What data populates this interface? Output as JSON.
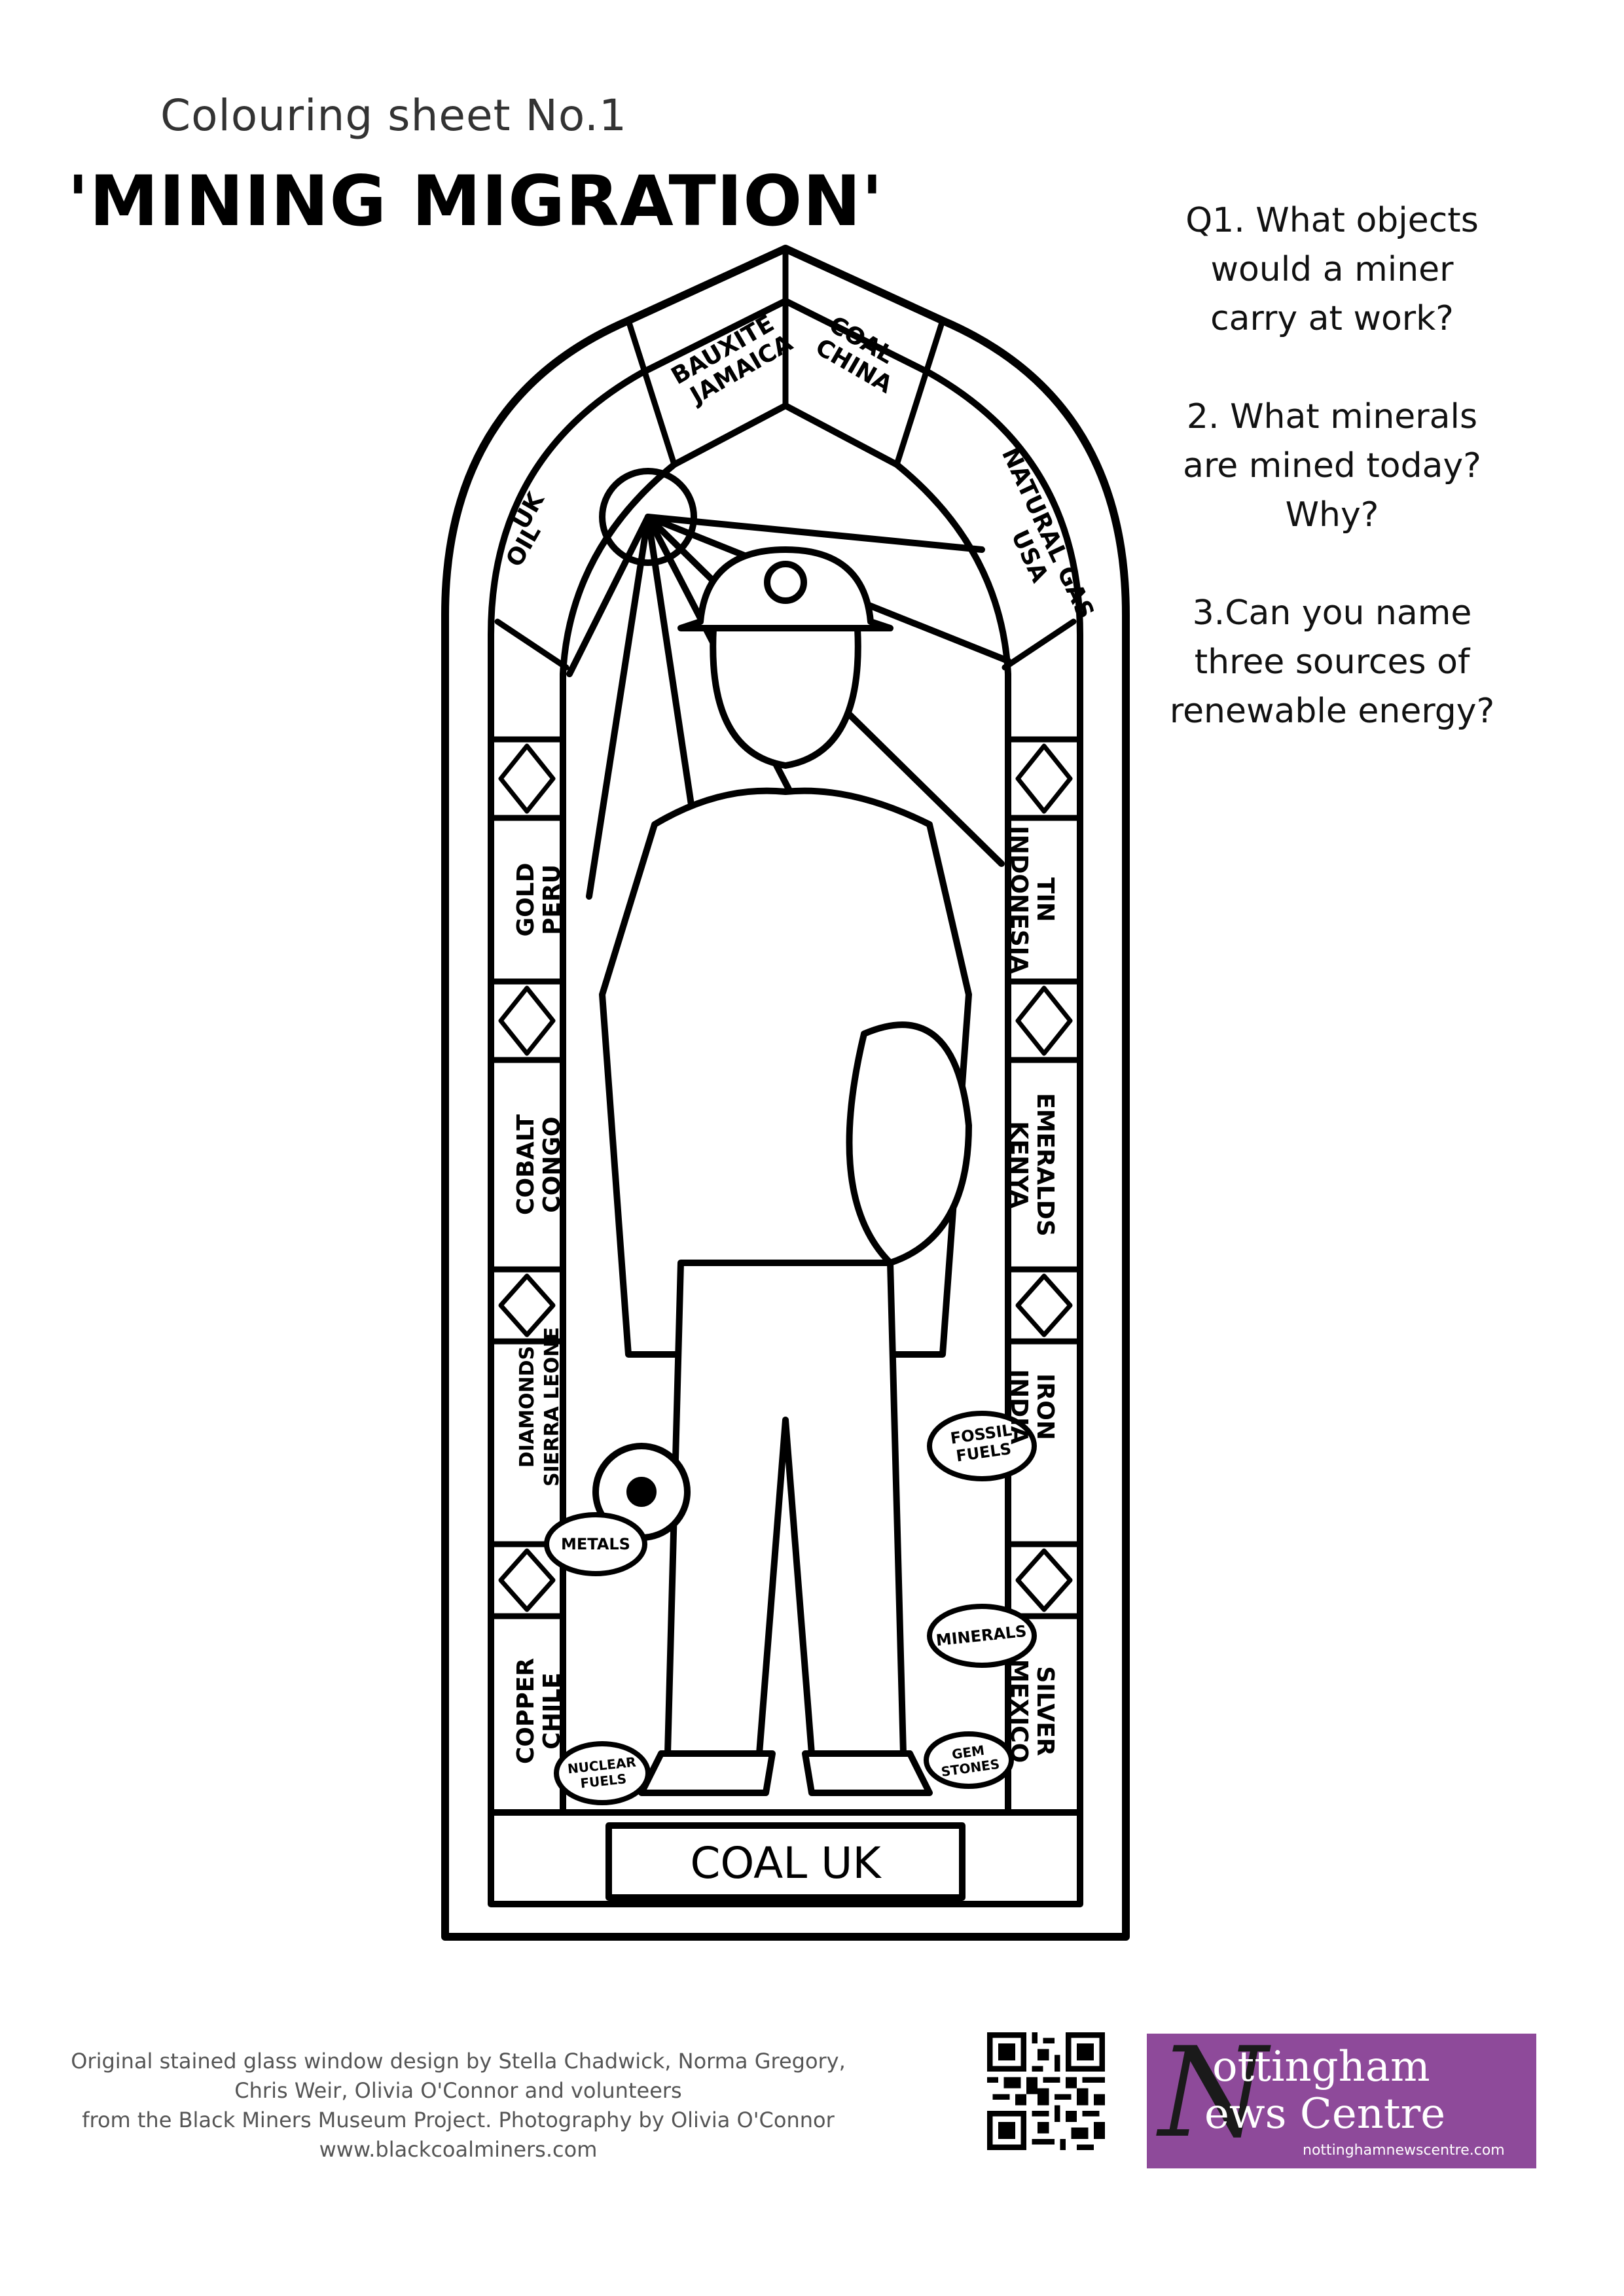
{
  "header": {
    "sheet_number": "Colouring sheet No.1",
    "title": "'MINING MIGRATION'"
  },
  "questions": [
    [
      "Q1. What objects",
      "would a miner",
      "carry at work?"
    ],
    [
      "2. What minerals",
      "are mined today?",
      "Why?"
    ],
    [
      "3.Can you name",
      "three sources of",
      "renewable energy?"
    ]
  ],
  "window": {
    "panels": {
      "bauxite": [
        "BAUXITE",
        "JAMAICA"
      ],
      "coal_china": [
        "COAL",
        "CHINA"
      ],
      "oil_uk": [
        "OIL",
        "UK"
      ],
      "natural_gas": [
        "NATURAL GAS",
        "USA"
      ],
      "gold": [
        "GOLD",
        "PERU"
      ],
      "tin": [
        "TIN",
        "INDONESIA"
      ],
      "cobalt": [
        "COBALT",
        "CONGO"
      ],
      "emeralds": [
        "EMERALDS",
        "KENYA"
      ],
      "diamonds": [
        "DIAMONDS",
        "SIERRA LEONE"
      ],
      "iron": [
        "IRON",
        "INDIA"
      ],
      "copper": [
        "COPPER",
        "CHILE"
      ],
      "silver": [
        "SILVER",
        "MEXICO"
      ],
      "coal_uk": "COAL UK"
    },
    "seams": {
      "fossil": [
        "FOSSIL",
        "FUELS"
      ],
      "metals": "METALS",
      "minerals": "MINERALS",
      "nuclear": [
        "NUCLEAR",
        "FUELS"
      ],
      "gem": [
        "GEM",
        "STONES"
      ]
    }
  },
  "credits": [
    "Original stained glass window design by Stella Chadwick, Norma Gregory,",
    "Chris Weir, Olivia O'Connor  and volunteers",
    "from the Black Miners Museum Project. Photography by Olivia O'Connor",
    "www.blackcoalminers.com"
  ],
  "logo": {
    "initial": "N",
    "line1": "ottingham",
    "line2": "ews Centre",
    "url": "nottinghamnewscentre.com",
    "color": "#8e4a9a"
  }
}
